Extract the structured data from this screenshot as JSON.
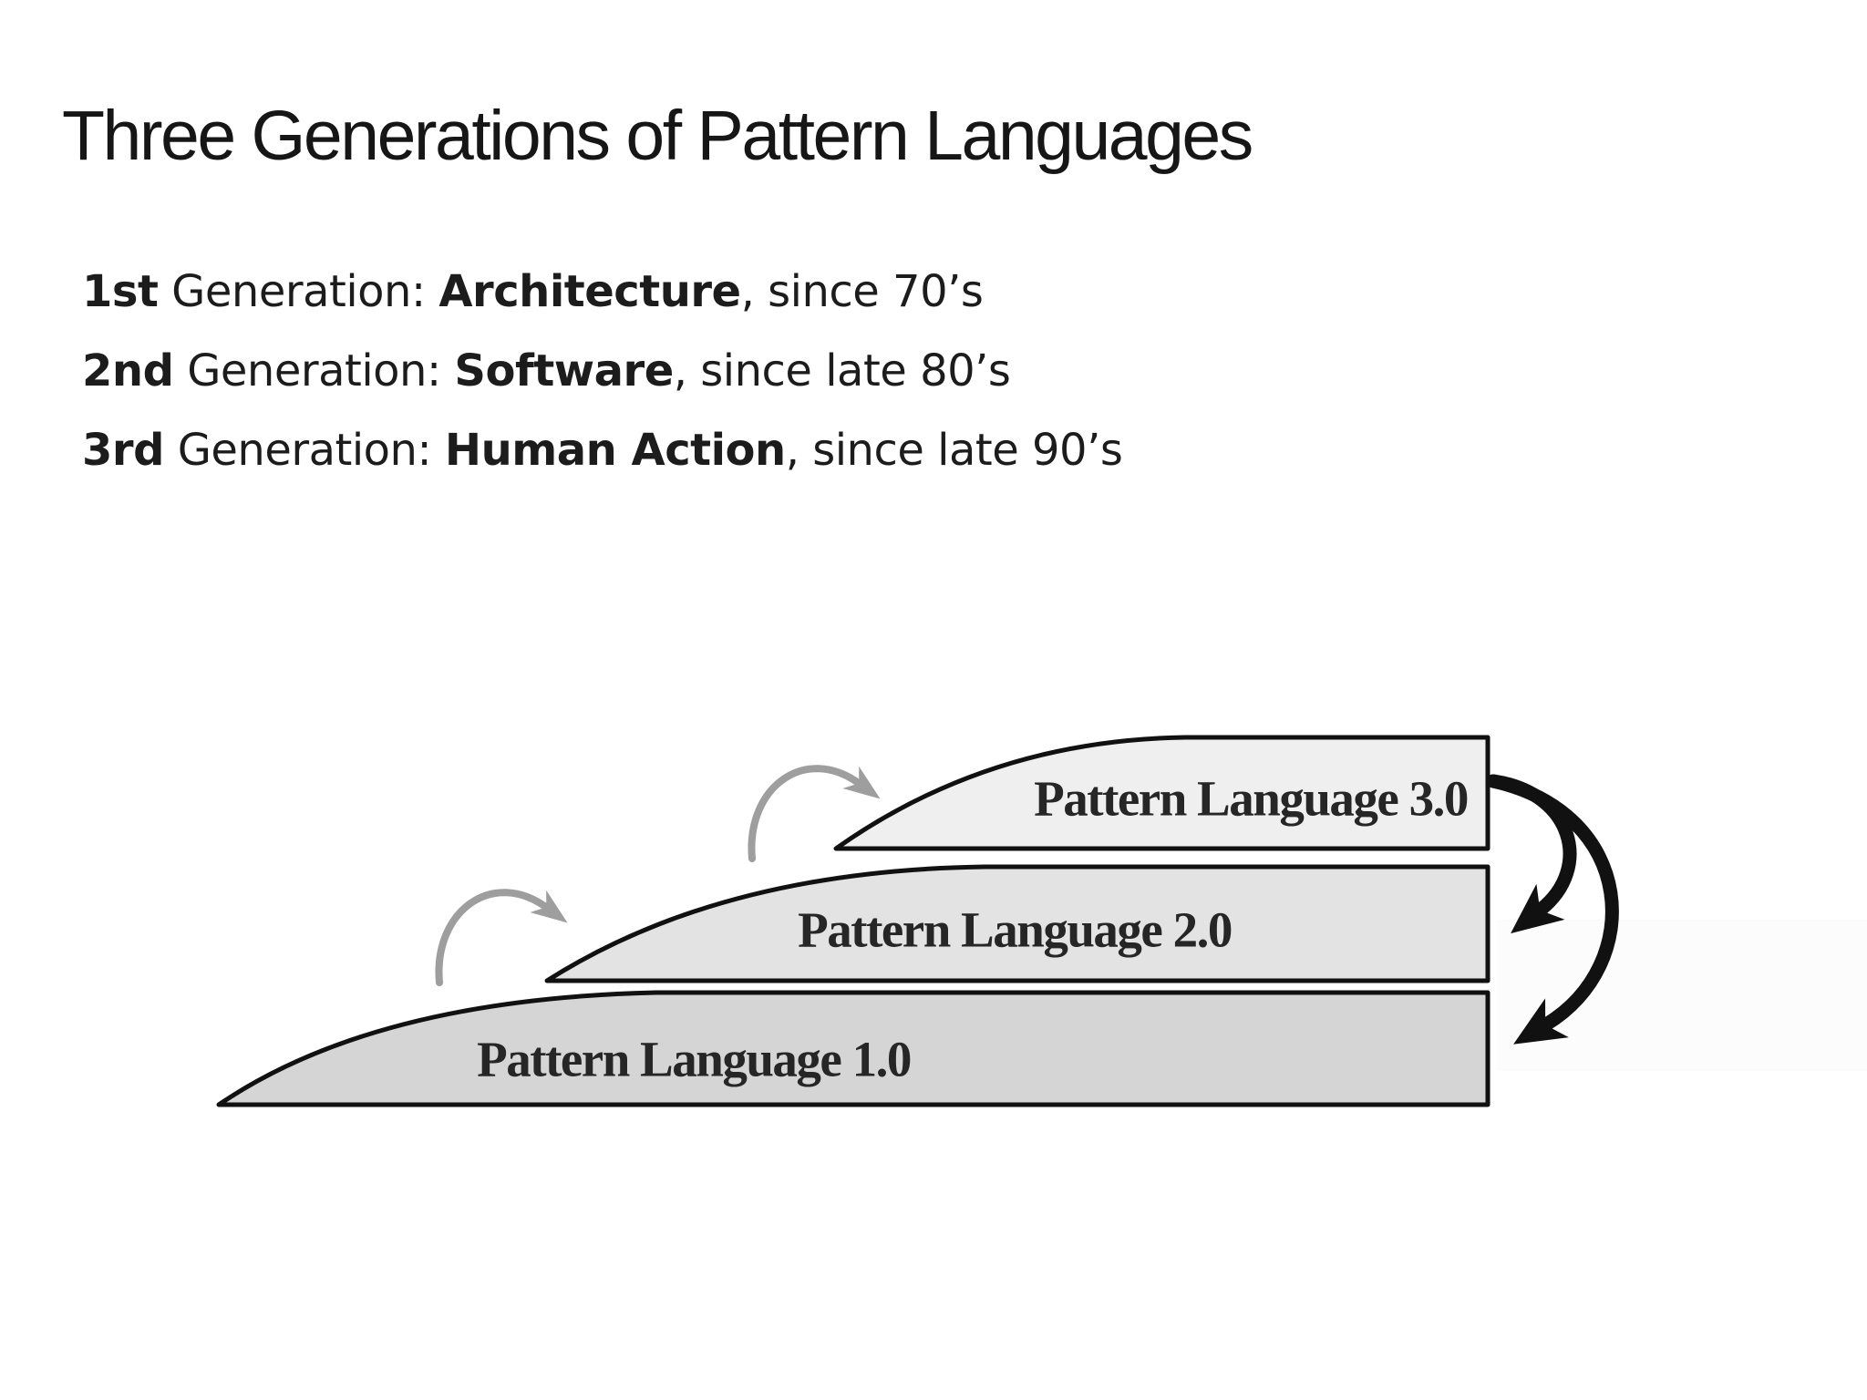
{
  "slide": {
    "title": "Three Generations of Pattern Languages",
    "bullets": [
      {
        "ordinal": "1st",
        "mid": " Generation: ",
        "emphasis": "Architecture",
        "suffix": ", since 70’s"
      },
      {
        "ordinal": "2nd",
        "mid": " Generation: ",
        "emphasis": "Software",
        "suffix": ", since late 80’s"
      },
      {
        "ordinal": "3rd",
        "mid": " Generation: ",
        "emphasis": "Human Action",
        "suffix": ", since late 90’s"
      }
    ]
  },
  "diagram": {
    "bands": [
      {
        "label": "Pattern Language 1.0",
        "fill": "#d5d5d5"
      },
      {
        "label": "Pattern Language 2.0",
        "fill": "#e3e3e3"
      },
      {
        "label": "Pattern Language 3.0",
        "fill": "#efefef"
      }
    ],
    "outline_color": "#111111",
    "evolution_arrow_color": "#9e9e9e",
    "feedback_arrow_color": "#111111",
    "background_band_color": "#fcfcfc"
  }
}
